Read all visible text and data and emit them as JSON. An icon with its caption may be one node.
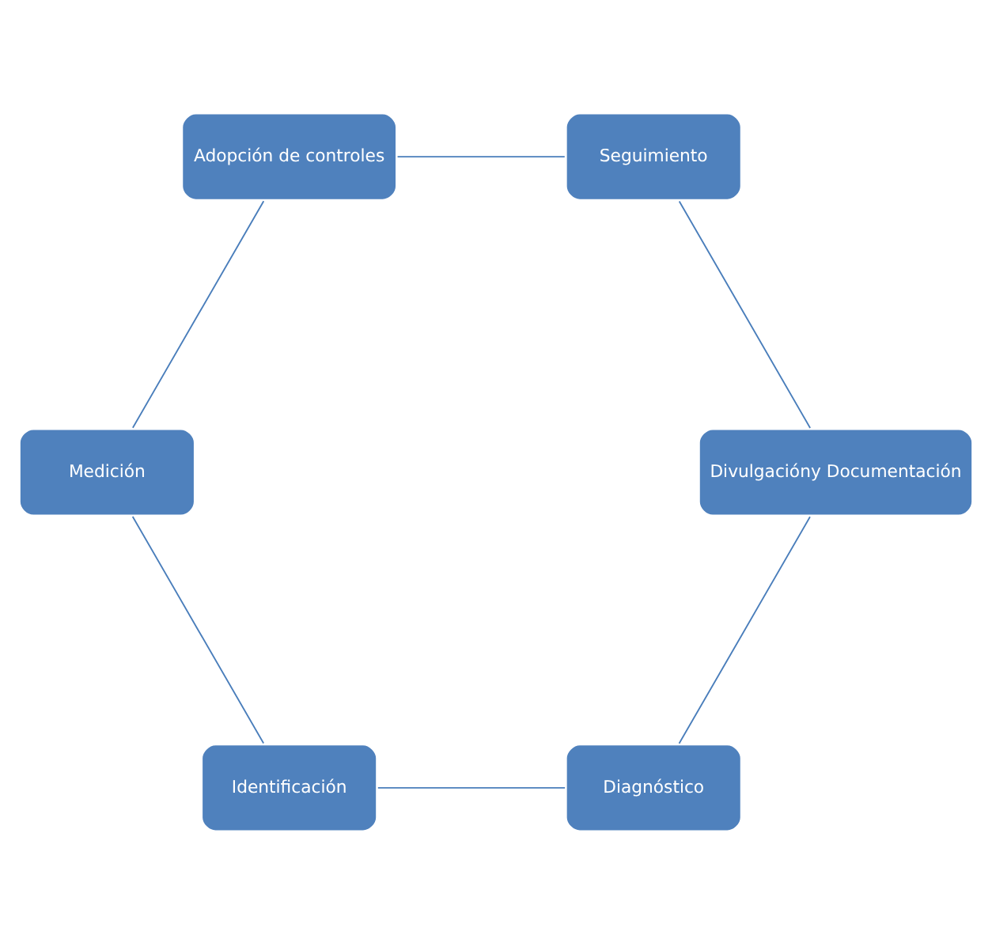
{
  "diagram": {
    "nodes": [
      {
        "text": [
          "Diagnóstico"
        ]
      },
      {
        "text": [
          "Identificación"
        ]
      },
      {
        "text": [
          "Medición"
        ]
      },
      {
        "text": [
          "Adopción de controles"
        ]
      },
      {
        "text": [
          "Seguimiento"
        ]
      },
      {
        "text": [
          "Divulgacióny Documentación"
        ]
      }
    ],
    "edges": [
      {
        "from": 0,
        "to": 1,
        "arrow": "none"
      },
      {
        "from": 1,
        "to": 2,
        "arrow": "none"
      },
      {
        "from": 2,
        "to": 3,
        "arrow": "none"
      },
      {
        "from": 3,
        "to": 4,
        "arrow": "none"
      },
      {
        "from": 4,
        "to": 5,
        "arrow": "none"
      },
      {
        "from": 5,
        "to": 0,
        "arrow": "none"
      }
    ]
  }
}
